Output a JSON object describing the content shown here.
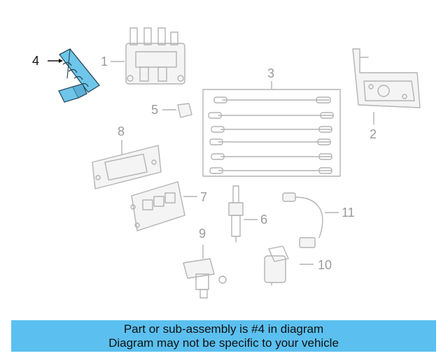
{
  "diagram": {
    "callouts": {
      "c1": "1",
      "c2": "2",
      "c3": "3",
      "c4": "4",
      "c5": "5",
      "c6": "6",
      "c7": "7",
      "c8": "8",
      "c9": "9",
      "c10": "10",
      "c11": "11"
    },
    "highlight_color": "#6ec6ea",
    "part_stroke_color": "#b3b3b3"
  },
  "banner": {
    "line1": "Part or sub-assembly is #4 in diagram",
    "line2": "Diagram may not be specific to your vehicle",
    "background": "#5bc0f0"
  }
}
